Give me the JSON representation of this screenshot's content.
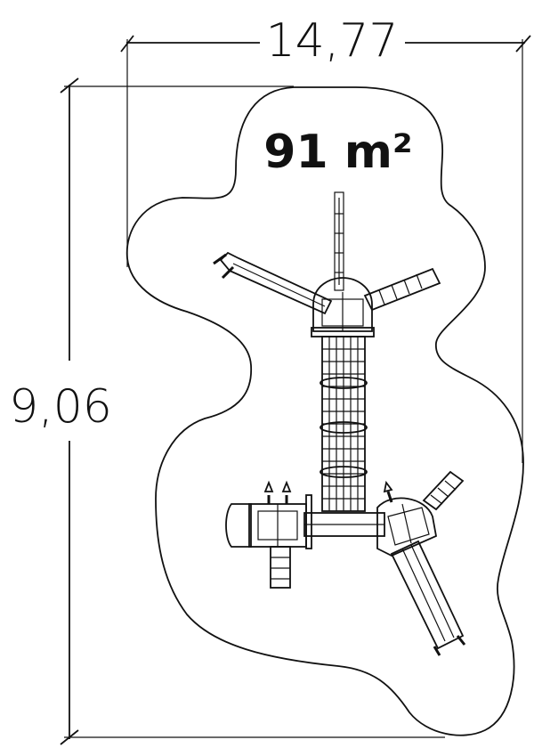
{
  "dimensions": {
    "width_label": "14,77",
    "depth_label": "9,06"
  },
  "area": {
    "label": "91 m²"
  },
  "colors": {
    "line": "#111111",
    "background": "#ffffff"
  }
}
